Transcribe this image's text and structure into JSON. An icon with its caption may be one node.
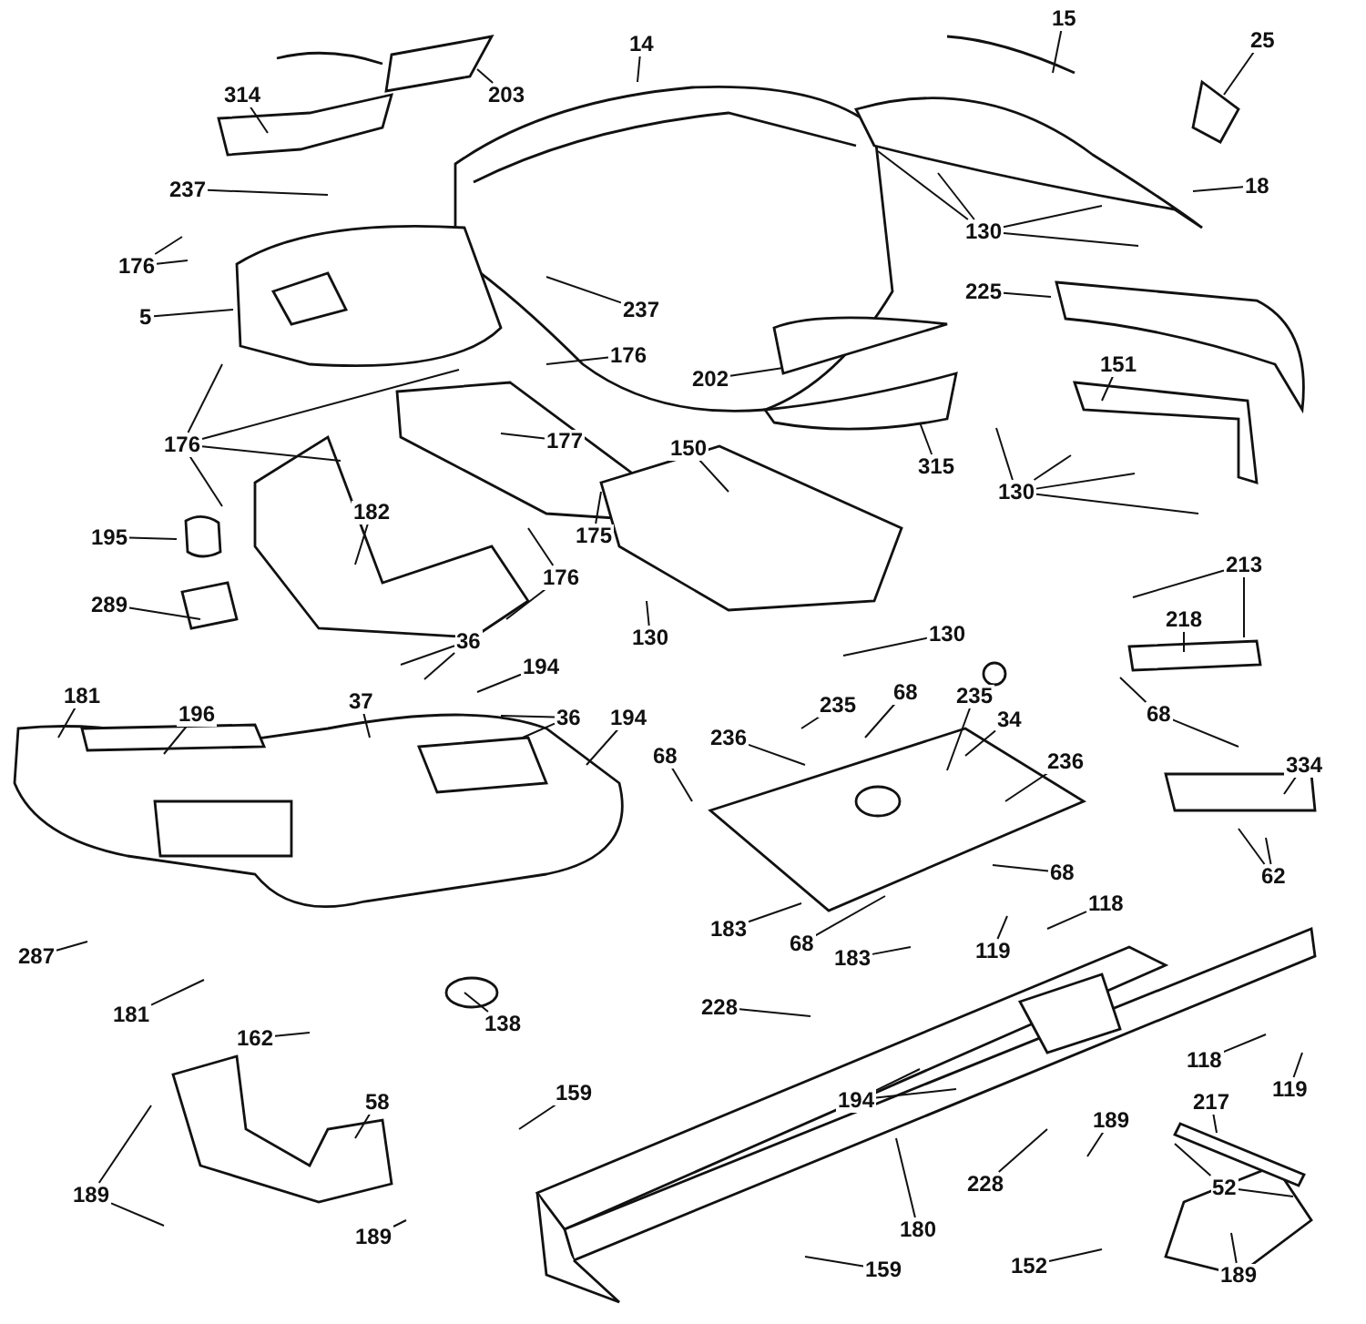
{
  "diagram": {
    "nodes": [
      {
        "text": [
          "14"
        ]
      },
      {
        "text": [
          "203"
        ]
      },
      {
        "text": [
          "314"
        ]
      },
      {
        "text": [
          "15"
        ]
      },
      {
        "text": [
          "25"
        ]
      },
      {
        "text": [
          "237"
        ]
      },
      {
        "text": [
          "176"
        ]
      },
      {
        "text": [
          "5"
        ]
      },
      {
        "text": [
          "237"
        ]
      },
      {
        "text": [
          "176"
        ]
      },
      {
        "text": [
          "18"
        ]
      },
      {
        "text": [
          "130"
        ]
      },
      {
        "text": [
          "225"
        ]
      },
      {
        "text": [
          "176"
        ]
      },
      {
        "text": [
          "177"
        ]
      },
      {
        "text": [
          "202"
        ]
      },
      {
        "text": [
          "315"
        ]
      },
      {
        "text": [
          "151"
        ]
      },
      {
        "text": [
          "130"
        ]
      },
      {
        "text": [
          "150"
        ]
      },
      {
        "text": [
          "175"
        ]
      },
      {
        "text": [
          "182"
        ]
      },
      {
        "text": [
          "176"
        ]
      },
      {
        "text": [
          "195"
        ]
      },
      {
        "text": [
          "289"
        ]
      },
      {
        "text": [
          "130"
        ]
      },
      {
        "text": [
          "130"
        ]
      },
      {
        "text": [
          "213"
        ]
      },
      {
        "text": [
          "218"
        ]
      },
      {
        "text": [
          "68"
        ]
      },
      {
        "text": [
          "334"
        ]
      },
      {
        "text": [
          "62"
        ]
      },
      {
        "text": [
          "36"
        ]
      },
      {
        "text": [
          "194"
        ]
      },
      {
        "text": [
          "36"
        ]
      },
      {
        "text": [
          "194"
        ]
      },
      {
        "text": [
          "181"
        ]
      },
      {
        "text": [
          "196"
        ]
      },
      {
        "text": [
          "37"
        ]
      },
      {
        "text": [
          "235"
        ]
      },
      {
        "text": [
          "68"
        ]
      },
      {
        "text": [
          "235"
        ]
      },
      {
        "text": [
          "236"
        ]
      },
      {
        "text": [
          "34"
        ]
      },
      {
        "text": [
          "236"
        ]
      },
      {
        "text": [
          "68"
        ]
      },
      {
        "text": [
          "68"
        ]
      },
      {
        "text": [
          "183"
        ]
      },
      {
        "text": [
          "68"
        ]
      },
      {
        "text": [
          "183"
        ]
      },
      {
        "text": [
          "118"
        ]
      },
      {
        "text": [
          "119"
        ]
      },
      {
        "text": [
          "228"
        ]
      },
      {
        "text": [
          "118"
        ]
      },
      {
        "text": [
          "119"
        ]
      },
      {
        "text": [
          "194"
        ]
      },
      {
        "text": [
          "217"
        ]
      },
      {
        "text": [
          "52"
        ]
      },
      {
        "text": [
          "228"
        ]
      },
      {
        "text": [
          "189"
        ]
      },
      {
        "text": [
          "180"
        ]
      },
      {
        "text": [
          "189"
        ]
      },
      {
        "text": [
          "152"
        ]
      },
      {
        "text": [
          "159"
        ]
      },
      {
        "text": [
          "159"
        ]
      },
      {
        "text": [
          "58"
        ]
      },
      {
        "text": [
          "189"
        ]
      },
      {
        "text": [
          "189"
        ]
      },
      {
        "text": [
          "287"
        ]
      },
      {
        "text": [
          "181"
        ]
      },
      {
        "text": [
          "162"
        ]
      },
      {
        "text": [
          "138"
        ]
      }
    ],
    "edges": [
      {
        "from": 0,
        "to": null,
        "arrow": "none"
      },
      {
        "from": 1,
        "to": null,
        "arrow": "none"
      },
      {
        "from": 2,
        "to": null,
        "arrow": "none"
      },
      {
        "from": 3,
        "to": null,
        "arrow": "none"
      },
      {
        "from": 4,
        "to": null,
        "arrow": "none"
      },
      {
        "from": 5,
        "to": null,
        "arrow": "none"
      },
      {
        "from": 6,
        "to": null,
        "arrow": "none"
      },
      {
        "from": 6,
        "to": null,
        "arrow": "none"
      },
      {
        "from": 7,
        "to": null,
        "arrow": "none"
      },
      {
        "from": 8,
        "to": null,
        "arrow": "none"
      },
      {
        "from": 9,
        "to": null,
        "arrow": "none"
      },
      {
        "from": 10,
        "to": null,
        "arrow": "none"
      },
      {
        "from": 11,
        "to": null,
        "arrow": "none"
      },
      {
        "from": 11,
        "to": null,
        "arrow": "none"
      },
      {
        "from": 11,
        "to": null,
        "arrow": "none"
      },
      {
        "from": 11,
        "to": null,
        "arrow": "none"
      },
      {
        "from": 12,
        "to": null,
        "arrow": "none"
      },
      {
        "from": 13,
        "to": null,
        "arrow": "none"
      },
      {
        "from": 13,
        "to": null,
        "arrow": "none"
      },
      {
        "from": 13,
        "to": null,
        "arrow": "none"
      },
      {
        "from": 13,
        "to": null,
        "arrow": "none"
      },
      {
        "from": 14,
        "to": null,
        "arrow": "none"
      },
      {
        "from": 15,
        "to": null,
        "arrow": "none"
      },
      {
        "from": 16,
        "to": null,
        "arrow": "none"
      },
      {
        "from": 17,
        "to": null,
        "arrow": "none"
      },
      {
        "from": 18,
        "to": null,
        "arrow": "none"
      },
      {
        "from": 18,
        "to": null,
        "arrow": "none"
      },
      {
        "from": 18,
        "to": null,
        "arrow": "none"
      },
      {
        "from": 18,
        "to": null,
        "arrow": "none"
      },
      {
        "from": 19,
        "to": null,
        "arrow": "none"
      },
      {
        "from": 20,
        "to": null,
        "arrow": "none"
      },
      {
        "from": 21,
        "to": null,
        "arrow": "none"
      },
      {
        "from": 22,
        "to": null,
        "arrow": "none"
      },
      {
        "from": 22,
        "to": null,
        "arrow": "none"
      },
      {
        "from": 23,
        "to": null,
        "arrow": "none"
      },
      {
        "from": 24,
        "to": null,
        "arrow": "none"
      },
      {
        "from": 25,
        "to": null,
        "arrow": "none"
      },
      {
        "from": 26,
        "to": null,
        "arrow": "none"
      },
      {
        "from": 27,
        "to": null,
        "arrow": "none"
      },
      {
        "from": 27,
        "to": null,
        "arrow": "none"
      },
      {
        "from": 28,
        "to": null,
        "arrow": "none"
      },
      {
        "from": 29,
        "to": null,
        "arrow": "none"
      },
      {
        "from": 29,
        "to": null,
        "arrow": "none"
      },
      {
        "from": 30,
        "to": null,
        "arrow": "none"
      },
      {
        "from": 31,
        "to": null,
        "arrow": "none"
      },
      {
        "from": 31,
        "to": null,
        "arrow": "none"
      },
      {
        "from": 32,
        "to": null,
        "arrow": "none"
      },
      {
        "from": 32,
        "to": null,
        "arrow": "none"
      },
      {
        "from": 33,
        "to": null,
        "arrow": "none"
      },
      {
        "from": 34,
        "to": null,
        "arrow": "none"
      },
      {
        "from": 34,
        "to": null,
        "arrow": "none"
      },
      {
        "from": 35,
        "to": null,
        "arrow": "none"
      },
      {
        "from": 36,
        "to": null,
        "arrow": "none"
      },
      {
        "from": 37,
        "to": null,
        "arrow": "none"
      },
      {
        "from": 38,
        "to": null,
        "arrow": "none"
      },
      {
        "from": 39,
        "to": null,
        "arrow": "none"
      },
      {
        "from": 40,
        "to": null,
        "arrow": "none"
      },
      {
        "from": 41,
        "to": null,
        "arrow": "none"
      },
      {
        "from": 42,
        "to": null,
        "arrow": "none"
      },
      {
        "from": 43,
        "to": null,
        "arrow": "none"
      },
      {
        "from": 44,
        "to": null,
        "arrow": "none"
      },
      {
        "from": 45,
        "to": null,
        "arrow": "none"
      },
      {
        "from": 46,
        "to": null,
        "arrow": "none"
      },
      {
        "from": 47,
        "to": null,
        "arrow": "none"
      },
      {
        "from": 48,
        "to": null,
        "arrow": "none"
      },
      {
        "from": 49,
        "to": null,
        "arrow": "none"
      },
      {
        "from": 50,
        "to": null,
        "arrow": "none"
      },
      {
        "from": 51,
        "to": null,
        "arrow": "none"
      },
      {
        "from": 52,
        "to": null,
        "arrow": "none"
      },
      {
        "from": 53,
        "to": null,
        "arrow": "none"
      },
      {
        "from": 54,
        "to": null,
        "arrow": "none"
      },
      {
        "from": 55,
        "to": null,
        "arrow": "none"
      },
      {
        "from": 55,
        "to": null,
        "arrow": "none"
      },
      {
        "from": 56,
        "to": null,
        "arrow": "none"
      },
      {
        "from": 57,
        "to": null,
        "arrow": "none"
      },
      {
        "from": 57,
        "to": null,
        "arrow": "none"
      },
      {
        "from": 58,
        "to": null,
        "arrow": "none"
      },
      {
        "from": 59,
        "to": null,
        "arrow": "none"
      },
      {
        "from": 60,
        "to": null,
        "arrow": "none"
      },
      {
        "from": 61,
        "to": null,
        "arrow": "none"
      },
      {
        "from": 62,
        "to": null,
        "arrow": "none"
      },
      {
        "from": 63,
        "to": null,
        "arrow": "none"
      },
      {
        "from": 64,
        "to": null,
        "arrow": "none"
      },
      {
        "from": 65,
        "to": null,
        "arrow": "none"
      },
      {
        "from": 66,
        "to": null,
        "arrow": "none"
      },
      {
        "from": 66,
        "to": null,
        "arrow": "none"
      },
      {
        "from": 67,
        "to": null,
        "arrow": "none"
      },
      {
        "from": 68,
        "to": null,
        "arrow": "none"
      },
      {
        "from": 69,
        "to": null,
        "arrow": "none"
      },
      {
        "from": 70,
        "to": null,
        "arrow": "none"
      },
      {
        "from": 71,
        "to": null,
        "arrow": "none"
      }
    ]
  }
}
